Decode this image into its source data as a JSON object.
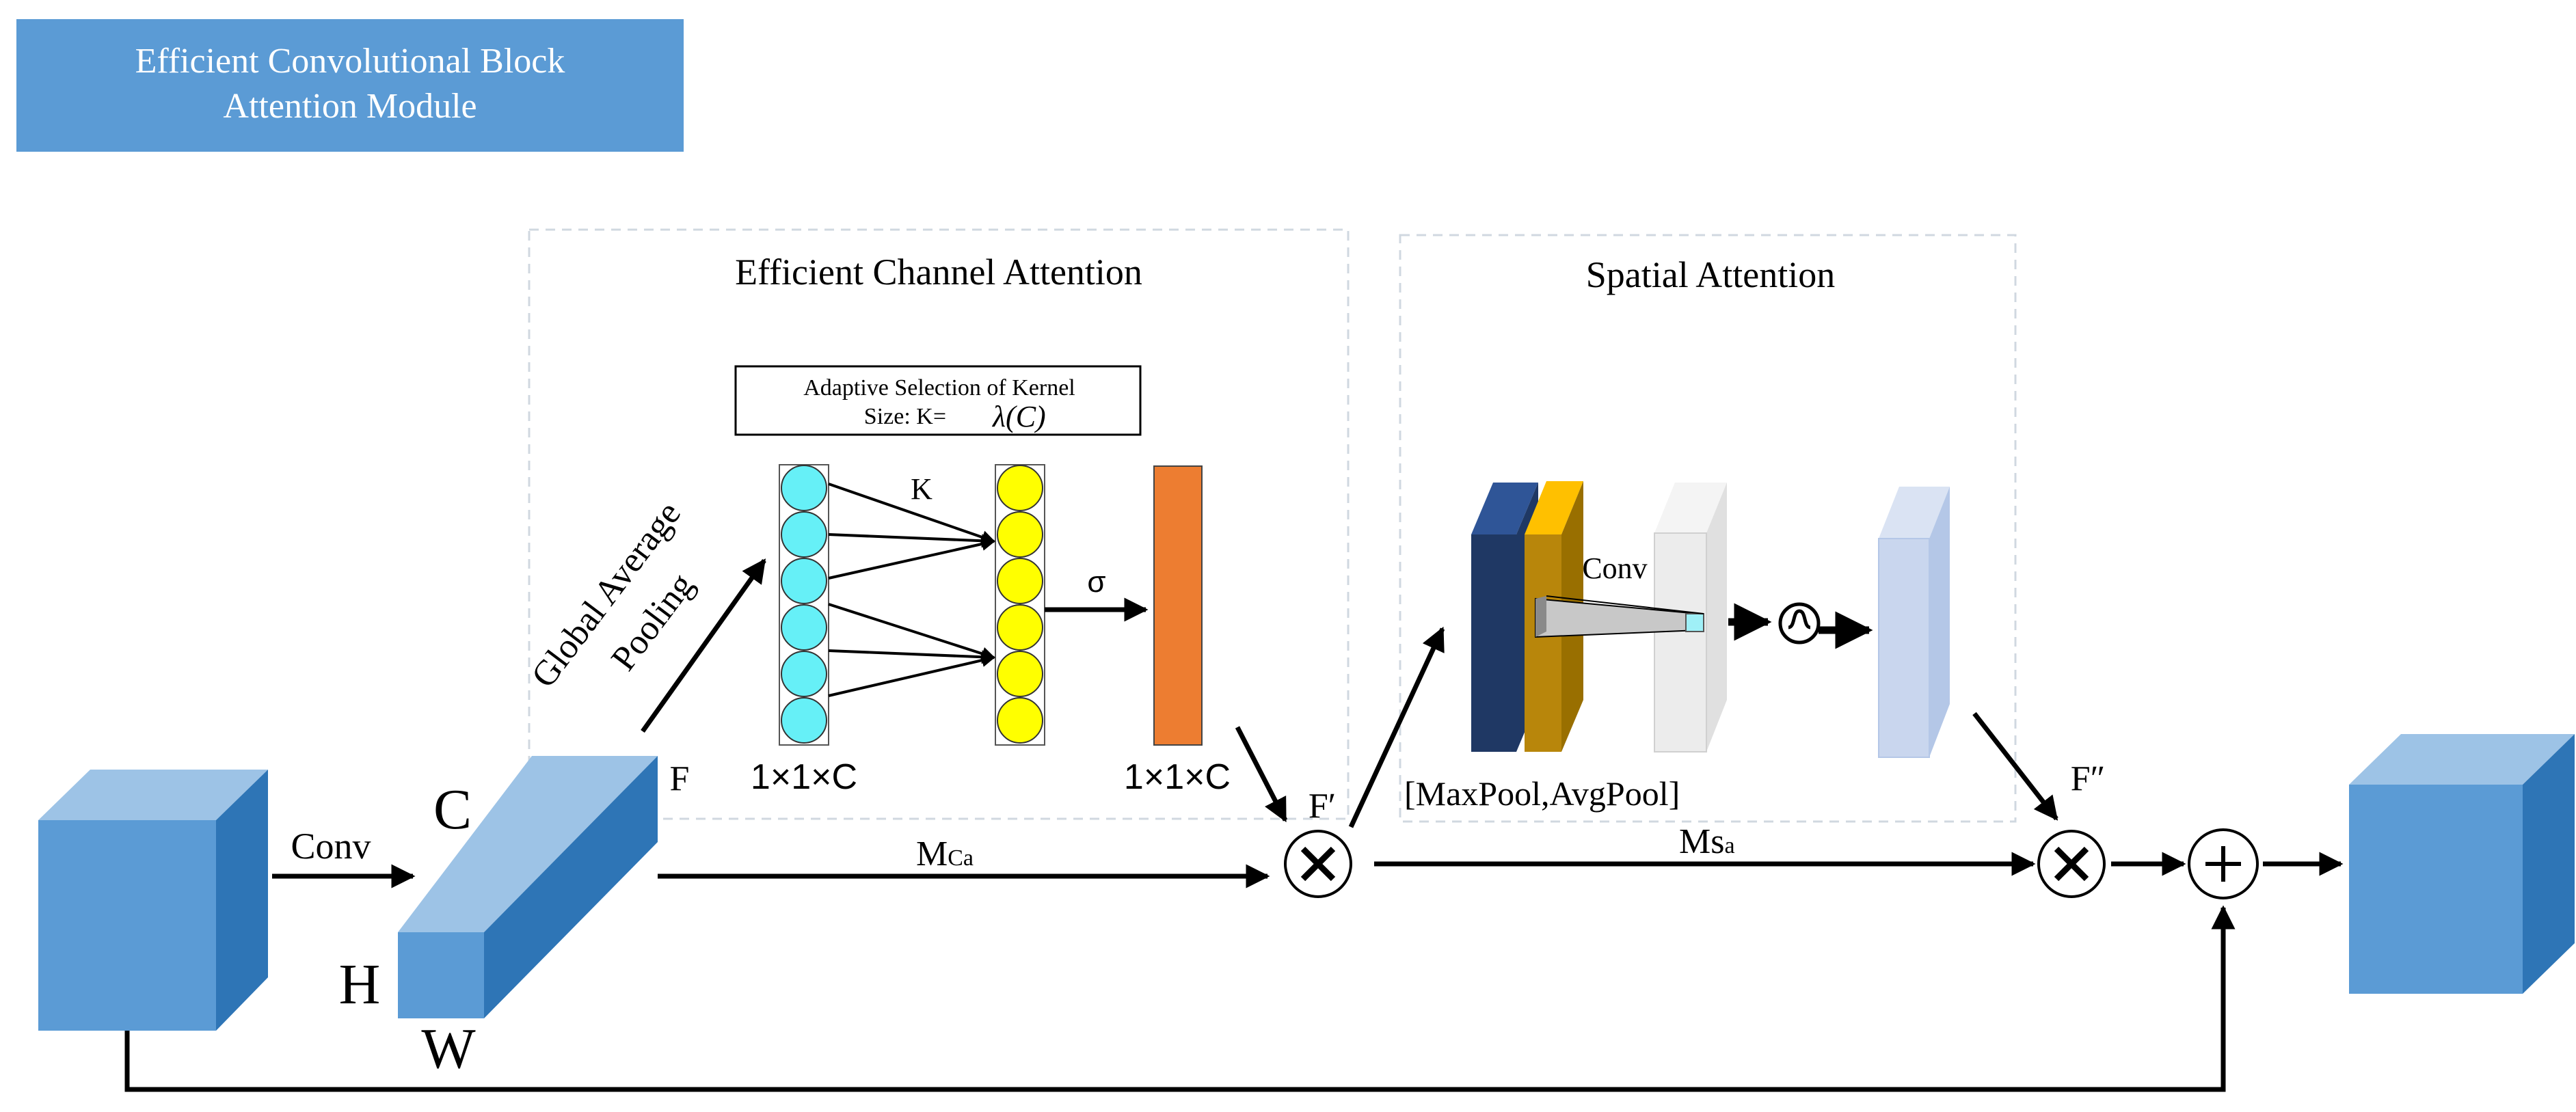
{
  "header": {
    "title_line1": "Efficient Convolutional Block",
    "title_line2": "Attention Module"
  },
  "eca": {
    "title": "Efficient Channel Attention",
    "kernel_box_line1": "Adaptive Selection of Kernel",
    "kernel_box_line2": "Size: K=",
    "kernel_box_formula": "λ(C)",
    "gap_line1": "Global Average",
    "gap_line2": "Pooling",
    "k_label": "K",
    "sigma_label": "σ",
    "left_dim_label": "1×1×C",
    "right_dim_label": "1×1×C"
  },
  "spatial": {
    "title": "Spatial Attention",
    "conv_label": "Conv",
    "pool_label": "[MaxPool,AvgPool]"
  },
  "main": {
    "conv_label": "Conv",
    "c_label": "C",
    "h_label": "H",
    "w_label": "W",
    "f_label": "F",
    "f_prime_label": "F′",
    "f_double_prime_label": "F″",
    "mca_main": "M",
    "mca_sub": "Ca",
    "msa_main": "Ms",
    "msa_sub": "a"
  },
  "colors": {
    "header_bg": "#5b9bd5",
    "cube_front": "#5b9bd5",
    "cube_top": "#9dc3e6",
    "cube_side": "#2e75b6",
    "cyan_node": "#66f0f7",
    "yellow_node": "#ffff00",
    "orange_bar": "#ed7d31",
    "navy_plane": "#1f3864",
    "gold_plane": "#b8860b",
    "lavender_plane": "#b4c7e7",
    "dashed_border": "#d0d8e0"
  },
  "icons": [
    "multiply-icon",
    "multiply-icon",
    "plus-icon",
    "sigmoid-icon"
  ]
}
